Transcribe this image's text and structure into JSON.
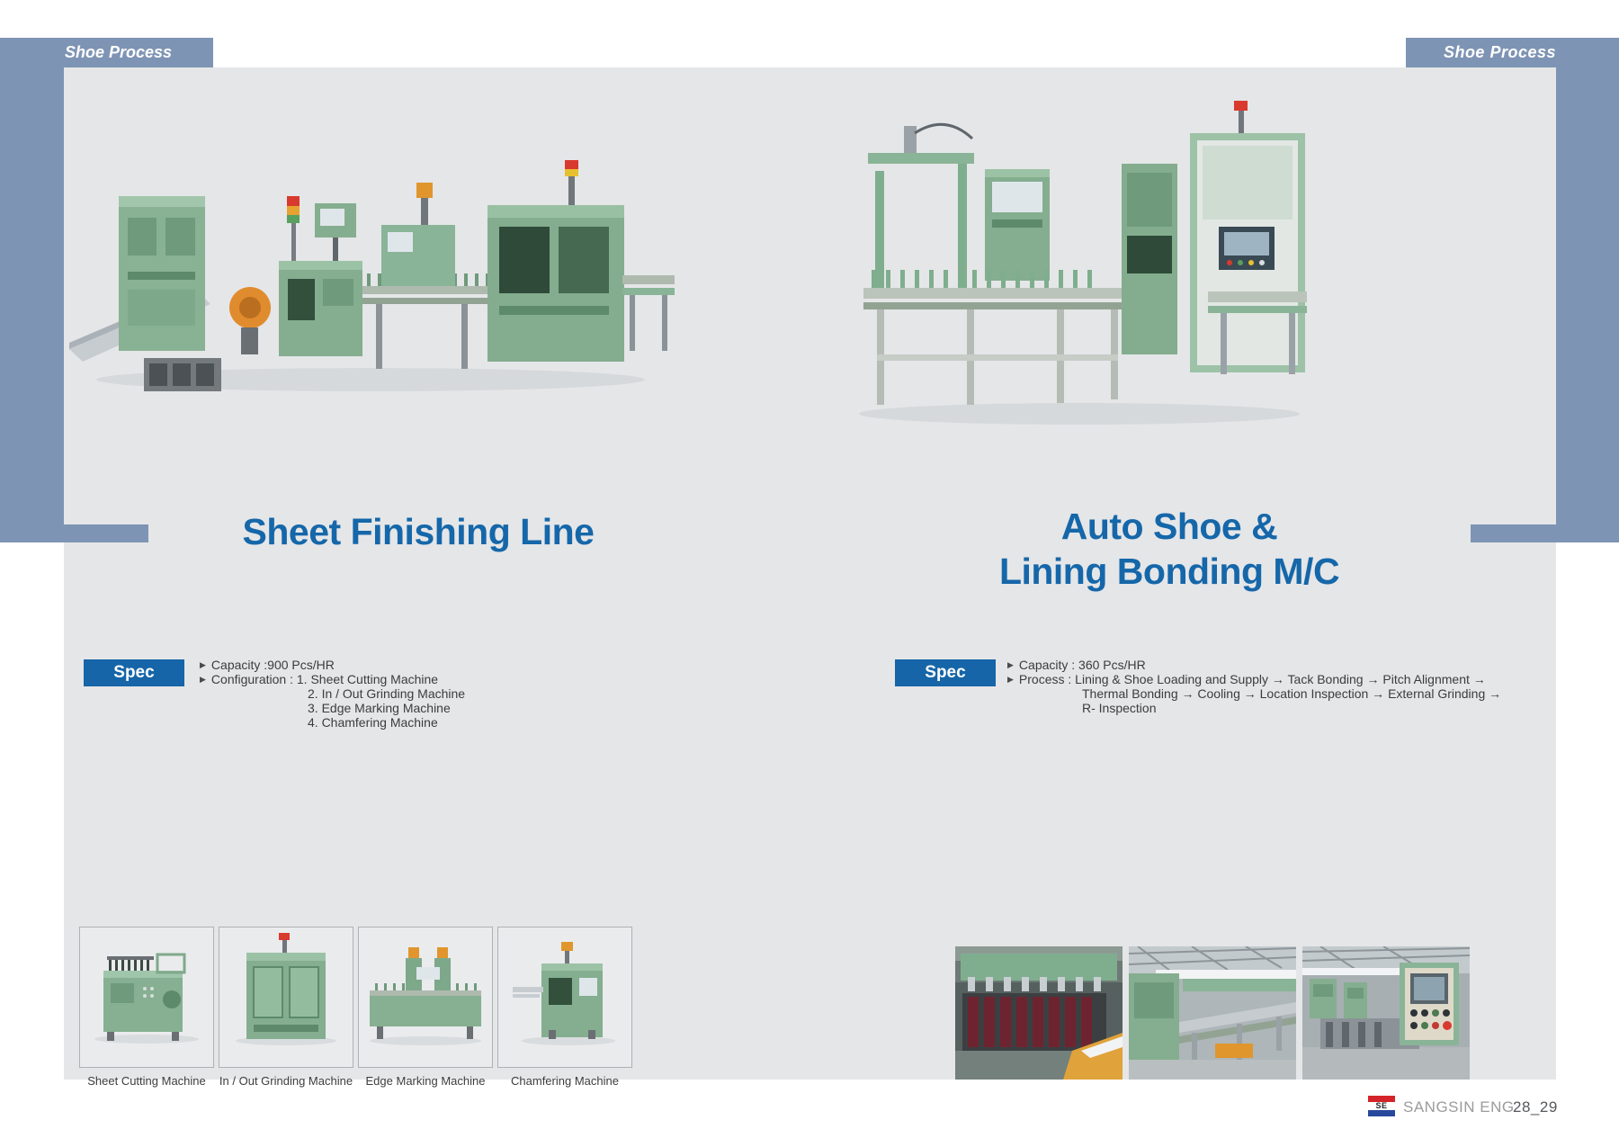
{
  "page": {
    "tabs": {
      "left": "Shoe Process",
      "right": "Shoe  Process"
    },
    "footer": {
      "logo": "SE",
      "company": "SANGSIN ENG",
      "page_no": "28_29"
    }
  },
  "ui": {
    "bullet": "▶"
  },
  "left": {
    "title": "Sheet Finishing Line",
    "spec_label": "Spec",
    "capacity": "Capacity :900 Pcs/HR",
    "config_prefix": "Configuration : ",
    "config_items": [
      "1. Sheet Cutting Machine",
      "2. In / Out Grinding  Machine",
      "3. Edge Marking Machine",
      "4. Chamfering Machine"
    ],
    "captions": [
      "Sheet Cutting Machine",
      "In / Out Grinding Machine",
      "Edge Marking Machine",
      "Chamfering Machine"
    ]
  },
  "right": {
    "title_line1": "Auto Shoe &",
    "title_line2": "Lining Bonding M/C",
    "spec_label": "Spec",
    "capacity": "Capacity : 360 Pcs/HR",
    "process_prefix": "Process : ",
    "process_lines": [
      "Lining & Shoe Loading and Supply  → Tack Bonding → Pitch Alignment →",
      "Thermal Bonding → Cooling  → Location Inspection → External Grinding →",
      "R- Inspection"
    ]
  },
  "colors": {
    "band_blue": "#7e94b4",
    "accent_blue": "#1565a8",
    "title_blue": "#1567a9",
    "bg_gray": "#e5e6e8",
    "logo_red": "#d42329",
    "logo_blue": "#27489c"
  }
}
